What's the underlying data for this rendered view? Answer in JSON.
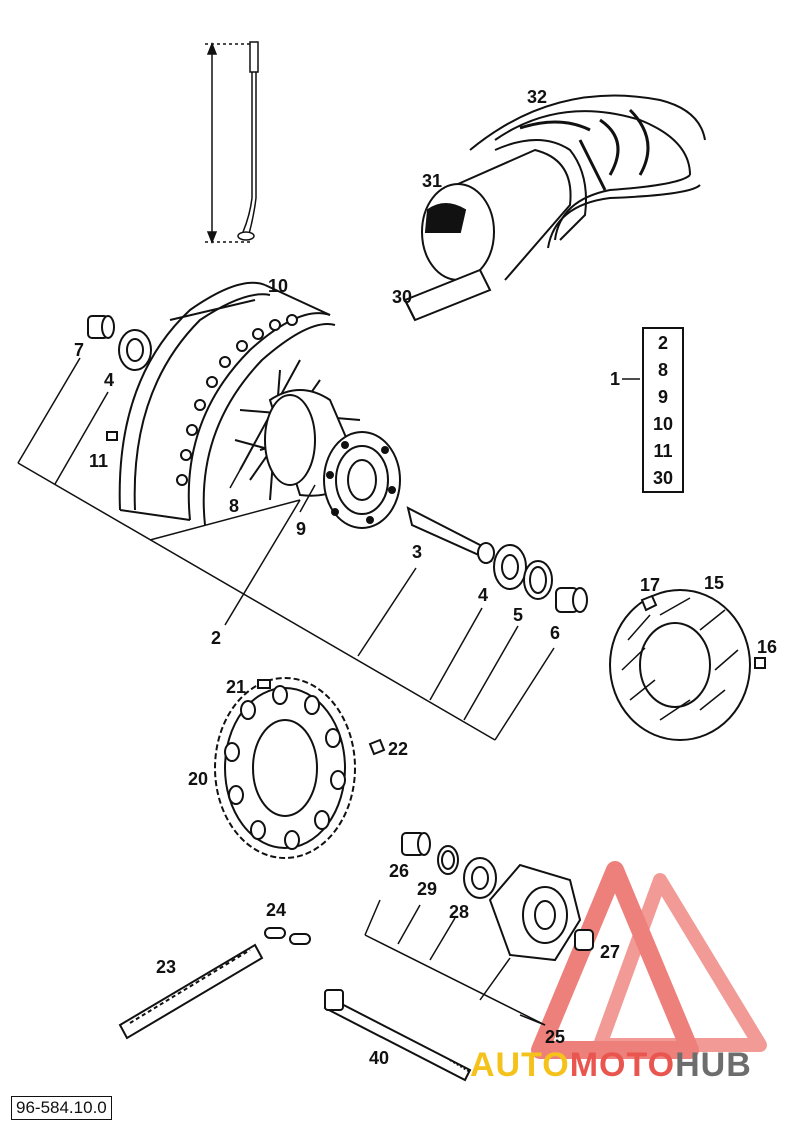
{
  "diagram": {
    "doc_number": "96-584.10.0",
    "assembly_label": "1",
    "assembly_items": [
      "2",
      "8",
      "9",
      "10",
      "11",
      "30"
    ],
    "callouts": [
      {
        "id": "c-32",
        "text": "32"
      },
      {
        "id": "c-31",
        "text": "31"
      },
      {
        "id": "c-30",
        "text": "30"
      },
      {
        "id": "c-10",
        "text": "10"
      },
      {
        "id": "c-7",
        "text": "7"
      },
      {
        "id": "c-4a",
        "text": "4"
      },
      {
        "id": "c-11",
        "text": "11"
      },
      {
        "id": "c-8",
        "text": "8"
      },
      {
        "id": "c-9",
        "text": "9"
      },
      {
        "id": "c-3",
        "text": "3"
      },
      {
        "id": "c-2",
        "text": "2"
      },
      {
        "id": "c-4b",
        "text": "4"
      },
      {
        "id": "c-5",
        "text": "5"
      },
      {
        "id": "c-6",
        "text": "6"
      },
      {
        "id": "c-17",
        "text": "17"
      },
      {
        "id": "c-15",
        "text": "15"
      },
      {
        "id": "c-16",
        "text": "16"
      },
      {
        "id": "c-21",
        "text": "21"
      },
      {
        "id": "c-22",
        "text": "22"
      },
      {
        "id": "c-20",
        "text": "20"
      },
      {
        "id": "c-26",
        "text": "26"
      },
      {
        "id": "c-29",
        "text": "29"
      },
      {
        "id": "c-28",
        "text": "28"
      },
      {
        "id": "c-24",
        "text": "24"
      },
      {
        "id": "c-27",
        "text": "27"
      },
      {
        "id": "c-23",
        "text": "23"
      },
      {
        "id": "c-25",
        "text": "25"
      },
      {
        "id": "c-40",
        "text": "40"
      }
    ]
  },
  "watermark": {
    "part_1": "AUTO",
    "part_2": "MOTO",
    "part_3": "HUB",
    "color_1": "#f5c21b",
    "color_2": "#e8564f",
    "color_3": "#6d6d6d"
  }
}
